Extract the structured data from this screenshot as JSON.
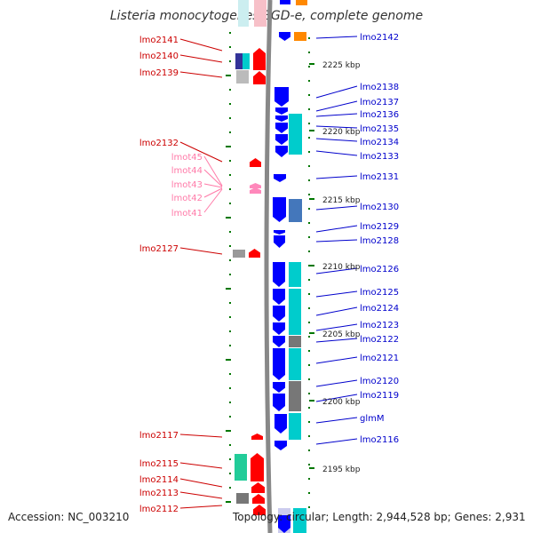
{
  "title": "Listeria monocytogenes EGD-e, complete genome",
  "footer": {
    "accession": "Accession: NC_003210",
    "summary": "Topology: circular; Length: 2,944,528 bp; Genes: 2,931"
  },
  "colors": {
    "forward_gene": "#ff0000",
    "reverse_gene": "#0000ff",
    "label_forward": "#cc0000",
    "label_reverse": "#0000cc",
    "label_rna": "#ff7aa8",
    "rna_gene": "#ff88bb",
    "cog_cyan": "#00cccc",
    "cog_gray": "#777777",
    "cog_steel": "#4477bb",
    "cog_orange": "#ff8800",
    "cog_green": "#22cc99",
    "tick": "#007700",
    "backbone": "#888888"
  },
  "kbp_ticks": [
    "2225 kbp",
    "2220 kbp",
    "2215 kbp",
    "2210 kbp",
    "2205 kbp",
    "2200 kbp",
    "2195 kbp"
  ],
  "left_labels": [
    {
      "name": "lmo2141",
      "kind": "forward"
    },
    {
      "name": "lmo2140",
      "kind": "forward"
    },
    {
      "name": "lmo2139",
      "kind": "forward"
    },
    {
      "name": "lmo2132",
      "kind": "forward"
    },
    {
      "name": "lmot45",
      "kind": "rna"
    },
    {
      "name": "lmot44",
      "kind": "rna"
    },
    {
      "name": "lmot43",
      "kind": "rna"
    },
    {
      "name": "lmot42",
      "kind": "rna"
    },
    {
      "name": "lmot41",
      "kind": "rna"
    },
    {
      "name": "lmo2127",
      "kind": "forward"
    },
    {
      "name": "lmo2117",
      "kind": "forward"
    },
    {
      "name": "lmo2115",
      "kind": "forward"
    },
    {
      "name": "lmo2114",
      "kind": "forward"
    },
    {
      "name": "lmo2113",
      "kind": "forward"
    },
    {
      "name": "lmo2112",
      "kind": "forward"
    }
  ],
  "right_labels": [
    "lmo2142",
    "lmo2138",
    "lmo2137",
    "lmo2136",
    "lmo2135",
    "lmo2134",
    "lmo2133",
    "lmo2131",
    "lmo2130",
    "lmo2129",
    "lmo2128",
    "lmo2126",
    "lmo2125",
    "lmo2124",
    "lmo2123",
    "lmo2122",
    "lmo2121",
    "lmo2120",
    "lmo2119",
    "glmM",
    "lmo2116"
  ]
}
